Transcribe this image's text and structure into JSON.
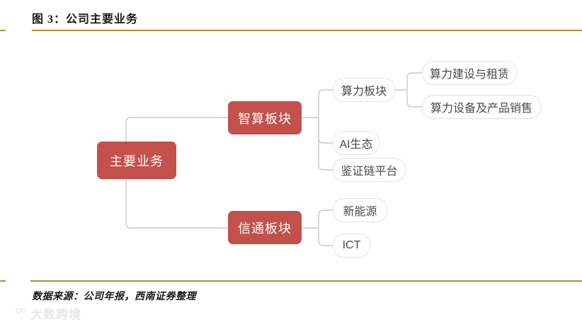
{
  "figure": {
    "title": "图 3：公司主要业务",
    "source_note": "数据来源：公司年报，西南证券整理"
  },
  "watermark": {
    "label": "大数跨境",
    "icon": "lens-logo-icon"
  },
  "theme": {
    "accent_rule": "#b08d3f",
    "node_primary_fill": "#c4504b",
    "node_primary_text": "#ffffff",
    "node_leaf_fill": "#ffffff",
    "node_leaf_border": "#e2e2e2",
    "node_leaf_text": "#4a4a4a",
    "connector": "#c9c9c9"
  },
  "chart_data": {
    "type": "diagram",
    "subtype": "mind-map-tree",
    "title": "图 3：公司主要业务",
    "root": {
      "id": "root",
      "label": "主要业务",
      "style": "primary"
    },
    "nodes": [
      {
        "id": "root",
        "label": "主要业务",
        "level": 0,
        "style": "primary",
        "parent": null
      },
      {
        "id": "zhisuan",
        "label": "智算板块",
        "level": 1,
        "style": "primary",
        "parent": "root"
      },
      {
        "id": "xintong",
        "label": "信通板块",
        "level": 1,
        "style": "primary",
        "parent": "root"
      },
      {
        "id": "suanli",
        "label": "算力板块",
        "level": 2,
        "style": "leaf",
        "parent": "zhisuan"
      },
      {
        "id": "aieco",
        "label": "AI生态",
        "level": 2,
        "style": "leaf",
        "parent": "zhisuan"
      },
      {
        "id": "jzlink",
        "label": "鉴证链平台",
        "level": 2,
        "style": "leaf",
        "parent": "zhisuan"
      },
      {
        "id": "build",
        "label": "算力建设与租赁",
        "level": 3,
        "style": "leaf",
        "parent": "suanli"
      },
      {
        "id": "sales",
        "label": "算力设备及产品销售",
        "level": 3,
        "style": "leaf",
        "parent": "suanli"
      },
      {
        "id": "newegy",
        "label": "新能源",
        "level": 2,
        "style": "leaf",
        "parent": "xintong"
      },
      {
        "id": "ict",
        "label": "ICT",
        "level": 2,
        "style": "leaf",
        "parent": "xintong"
      }
    ]
  }
}
